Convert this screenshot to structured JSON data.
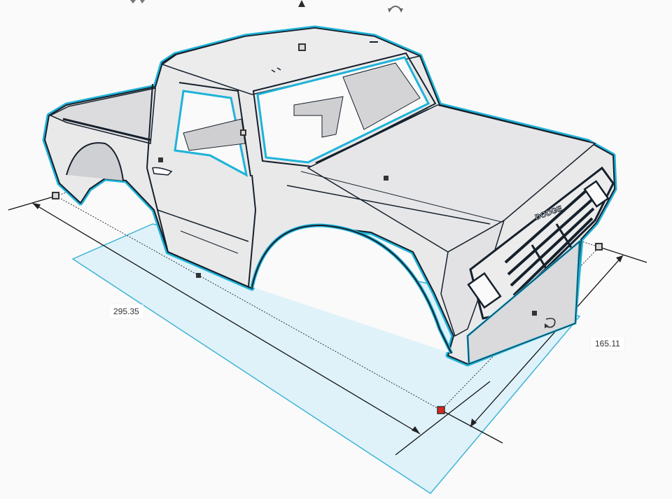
{
  "viewport": {
    "background": "#fafafa",
    "selection_outline_color": "#1fb3d9",
    "workplane_shadow_color": "#dff2fa",
    "workplane_edge_color": "#3fb4d6"
  },
  "dimensions": {
    "length": {
      "value": "295.35",
      "icon": "dimension-length"
    },
    "width": {
      "value": "165.11",
      "icon": "dimension-width"
    }
  },
  "model": {
    "name": "pickup-truck-body",
    "grille_badge_text": "DODGE"
  },
  "handles": {
    "height_handle": {
      "icon": "height-cone-icon",
      "color": "#2b2b2b"
    },
    "rotate_handles": [
      {
        "icon": "rotate-arrow-icon",
        "position": "top-left"
      },
      {
        "icon": "rotate-arrow-icon",
        "position": "top-right"
      },
      {
        "icon": "rotate-arrow-icon",
        "position": "base-right"
      }
    ],
    "active_corner_color": "#d9261c",
    "corner_handle_fill": "#d8d8d8",
    "edge_handle_fill": "#333333"
  }
}
